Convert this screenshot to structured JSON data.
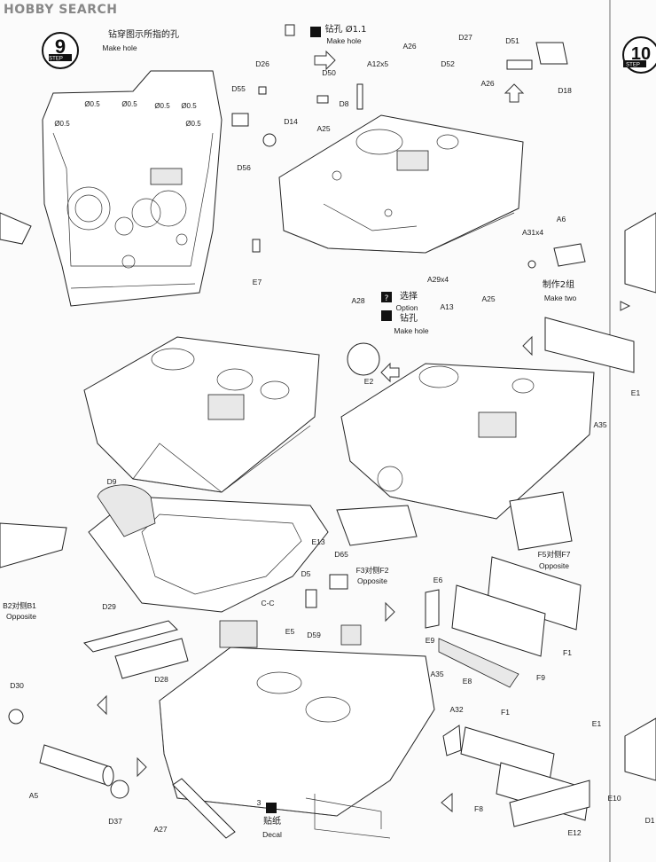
{
  "watermark": "HOBBY SEARCH",
  "steps": {
    "left": {
      "number": "9",
      "word": "STEP"
    },
    "right": {
      "number": "10",
      "word": "STEP"
    }
  },
  "notes": {
    "make_hole_cn": "钻穿图示所指的孔",
    "make_hole_en": "Make hole",
    "drill_cn": "钻孔 Ø1.1",
    "drill_en": "Make hole",
    "make_two_cn": "制作2组",
    "make_two_en": "Make two",
    "option_cn": "选择",
    "option_en": "Option",
    "drill2_cn": "钻孔",
    "drill2_en": "Make hole",
    "decal_cn": "贴纸",
    "decal_en": "Decal",
    "section": "C-C"
  },
  "holes": [
    "Ø0.5",
    "Ø0.5",
    "Ø0.5",
    "Ø0.5",
    "Ø0.5",
    "Ø0.5"
  ],
  "parts": {
    "d26": "D26",
    "d55": "D55",
    "d56": "D56",
    "d50": "D50",
    "d14": "D14",
    "d8": "D8",
    "a12": "A12x5",
    "a26a": "A26",
    "d27": "D27",
    "d52": "D52",
    "d51": "D51",
    "d18": "D18",
    "a26b": "A26",
    "a25a": "A25",
    "e7": "E7",
    "a29": "A29x4",
    "a31": "A31x4",
    "a6": "A6",
    "a28": "A28",
    "a13": "A13",
    "a25b": "A25",
    "e2": "E2",
    "e1": "E1",
    "a35a": "A35",
    "d9": "D9",
    "e13": "E13",
    "f5": "F5对侧F7",
    "f5_opp": "Opposite",
    "d5": "D5",
    "d65": "D65",
    "f3": "F3对侧F2",
    "f3_opp": "Opposite",
    "e6": "E6",
    "e9": "E9",
    "f1a": "F1",
    "e8": "E8",
    "f9": "F9",
    "b2": "B2对侧B1",
    "b2_opp": "Opposite",
    "d29": "D29",
    "d28": "D28",
    "e5": "E5",
    "d59": "D59",
    "a35b": "A35",
    "a32": "A32",
    "d30": "D30",
    "a5": "A5",
    "d37": "D37",
    "a27": "A27",
    "f1b": "F1",
    "f8": "F8",
    "e10": "E10",
    "e12": "E12",
    "e11": "E1",
    "d1": "D1",
    "decal_no": "3"
  }
}
